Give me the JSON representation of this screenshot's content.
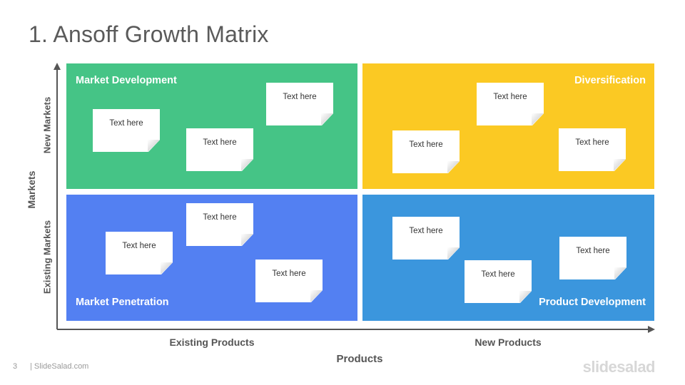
{
  "title": "1. Ansoff Growth Matrix",
  "colors": {
    "green": "#45C486",
    "yellow": "#FBC923",
    "blue": "#5380F2",
    "sky": "#3B96DD",
    "axis": "#555555"
  },
  "quadrants": {
    "top_left": {
      "label": "Market Development",
      "notes": [
        "Text here",
        "Text here",
        "Text here"
      ]
    },
    "top_right": {
      "label": "Diversification",
      "notes": [
        "Text here",
        "Text here",
        "Text here"
      ]
    },
    "bottom_left": {
      "label": "Market Penetration",
      "notes": [
        "Text here",
        "Text here",
        "Text here"
      ]
    },
    "bottom_right": {
      "label": "Product Development",
      "notes": [
        "Text here",
        "Text here",
        "Text here"
      ]
    }
  },
  "axes": {
    "y_title": "Markets",
    "y_new": "New Markets",
    "y_existing": "Existing Markets",
    "x_title": "Products",
    "x_existing": "Existing Products",
    "x_new": "New Products"
  },
  "footer": {
    "page_number": "3",
    "site": "| SlideSalad.com",
    "logo": "slidesalad"
  }
}
